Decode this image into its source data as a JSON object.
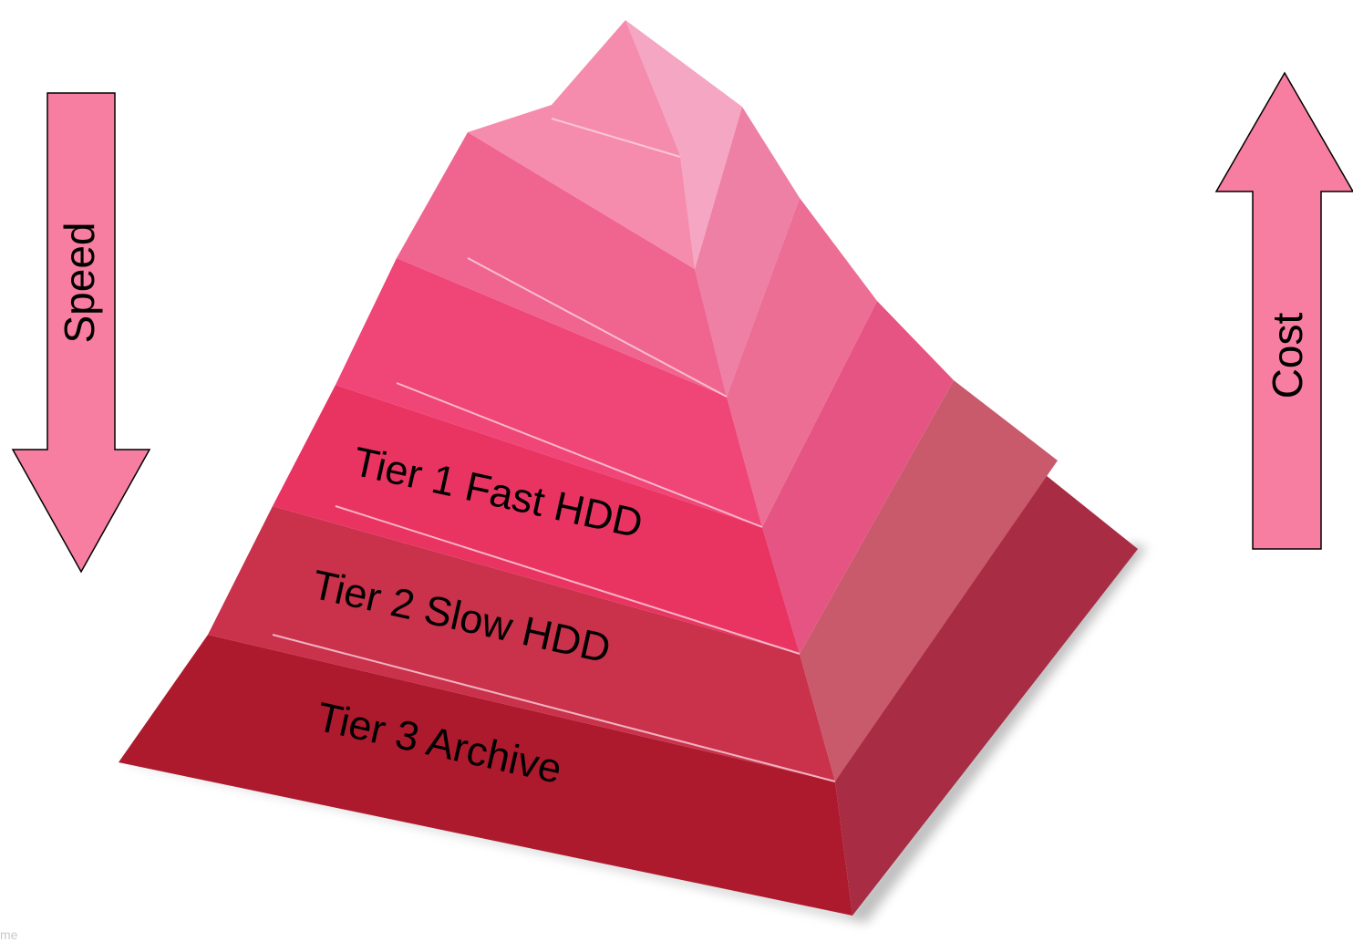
{
  "diagram": {
    "tiers": [
      {
        "label": ""
      },
      {
        "label": ""
      },
      {
        "label": ""
      },
      {
        "label": "Tier 1 Fast HDD"
      },
      {
        "label": "Tier 2 Slow HDD"
      },
      {
        "label": "Tier 3 Archive"
      }
    ],
    "left_arrow": {
      "label": "Speed",
      "direction": "down"
    },
    "right_arrow": {
      "label": "Cost",
      "direction": "up"
    },
    "footer": "me"
  },
  "colors": {
    "arrow_fill": "#f77ea0",
    "arrow_stroke": "#000000",
    "tier_fronts": [
      "#f58cae",
      "#f06590",
      "#ef4677",
      "#e93462",
      "#c9324a",
      "#ae1a2d"
    ],
    "tier_sides": [
      "#f4a6c2",
      "#ee7fa5",
      "#ec6e95",
      "#e55482",
      "#c95a6c",
      "#a72c44"
    ]
  }
}
